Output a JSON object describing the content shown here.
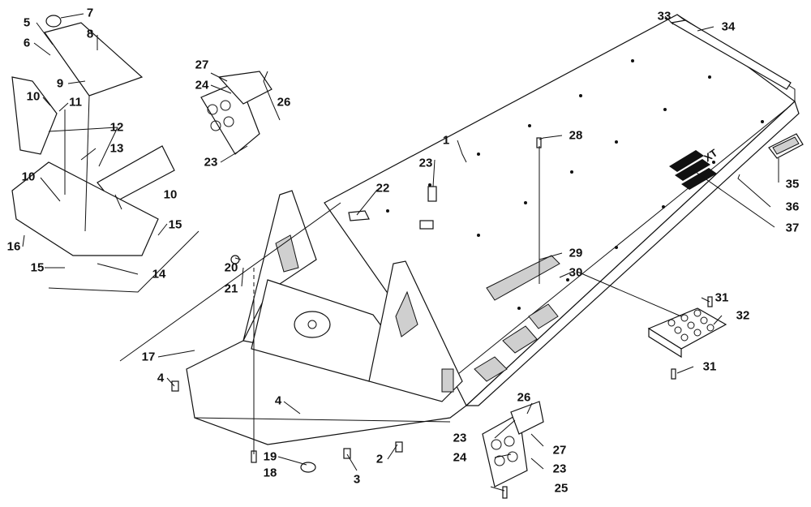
{
  "callouts": {
    "c1": "1",
    "c2": "2",
    "c3": "3",
    "c4a": "4",
    "c4b": "4",
    "c5": "5",
    "c6": "6",
    "c7": "7",
    "c8": "8",
    "c9": "9",
    "c10a": "10",
    "c10b": "10",
    "c10c": "10",
    "c11": "11",
    "c12": "12",
    "c13": "13",
    "c14": "14",
    "c15a": "15",
    "c15b": "15",
    "c16": "16",
    "c17": "17",
    "c18": "18",
    "c19": "19",
    "c20": "20",
    "c21": "21",
    "c22": "22",
    "c23a": "23",
    "c23b": "23",
    "c23c": "23",
    "c23d": "23",
    "c24a": "24",
    "c24b": "24",
    "c25": "25",
    "c26a": "26",
    "c26b": "26",
    "c27a": "27",
    "c27b": "27",
    "c28": "28",
    "c29": "29",
    "c30": "30",
    "c31a": "31",
    "c31b": "31",
    "c32": "32",
    "c33": "33",
    "c34": "34",
    "c35": "35",
    "c36": "36",
    "c37": "37"
  },
  "decal": {
    "logo_text": "XT"
  }
}
